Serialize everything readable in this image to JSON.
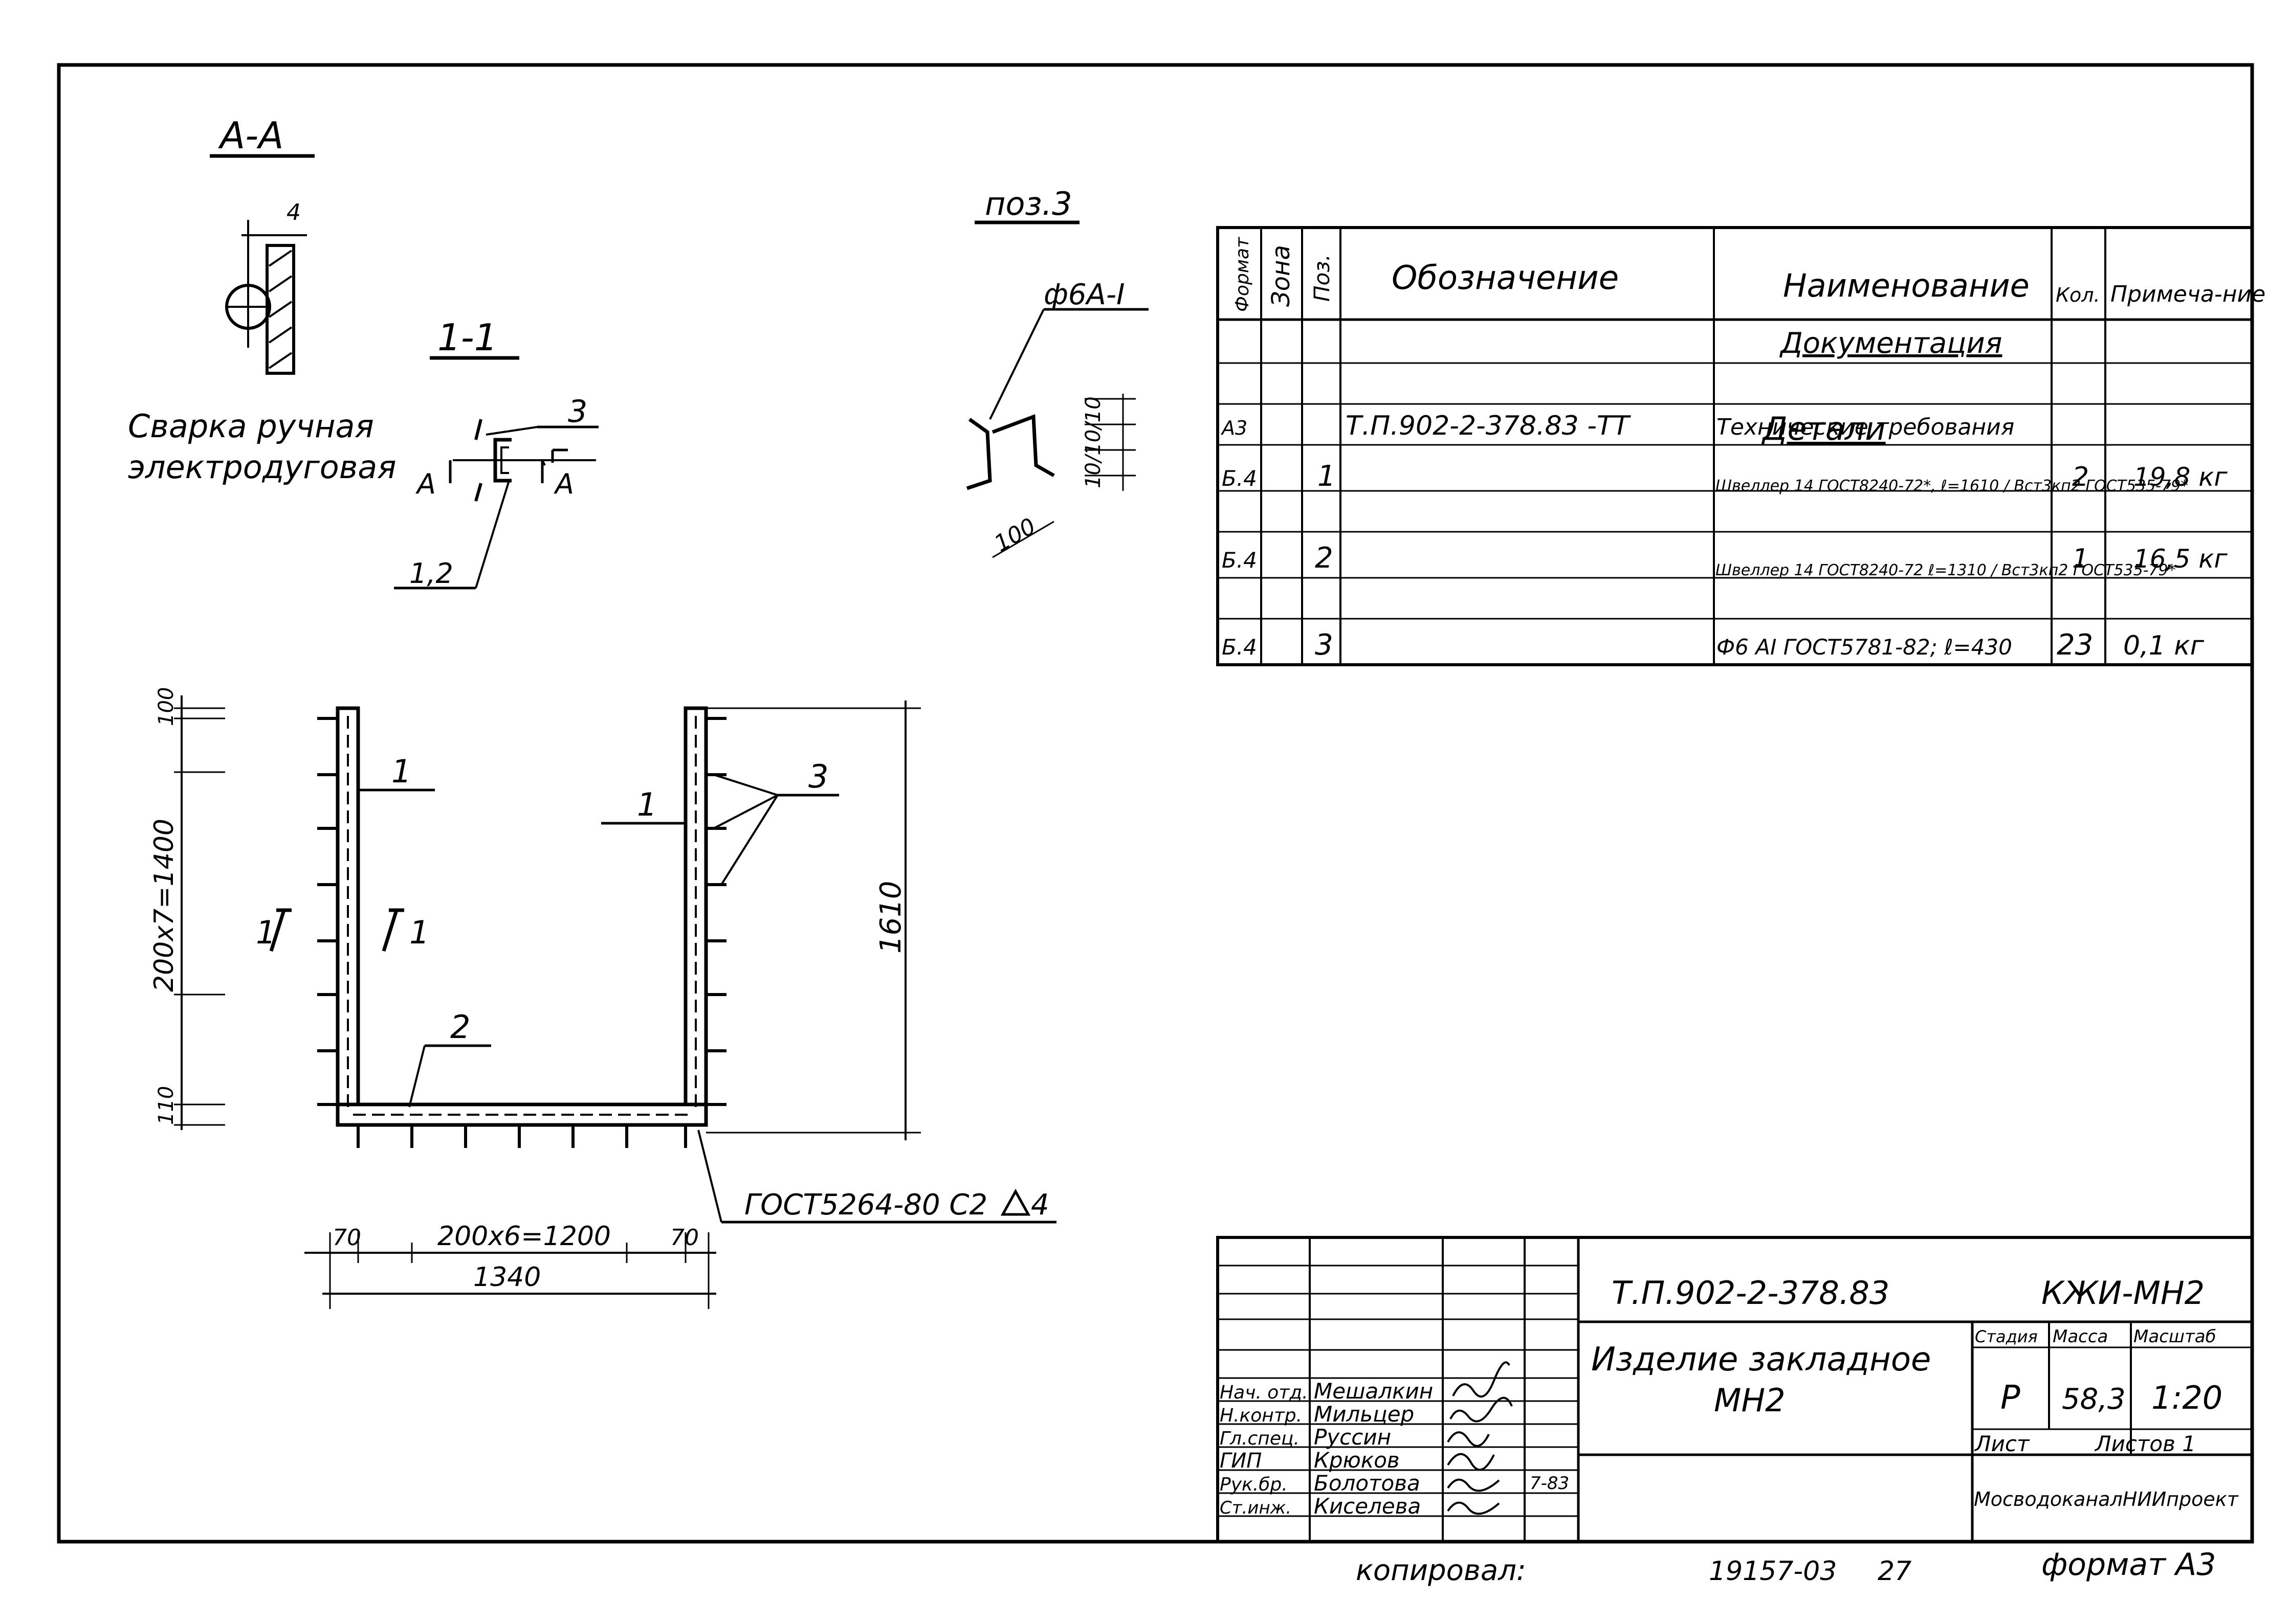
{
  "views": {
    "section_aa_title": "А-А",
    "section_aa_dim": "4",
    "section_11_title": "1-1",
    "weld_note_line1": "Сварка ручная",
    "weld_note_line2": "электродуговая",
    "callout_3": "3",
    "callout_12": "1,2",
    "mark_a_left": "А",
    "mark_a_right": "А",
    "pos3_title": "поз.3",
    "pos3_rod": "ф6А-I",
    "pos3_dim_100": "100",
    "pos3_dim_101010": "10/10/10",
    "main_label_1_left": "1",
    "main_label_1_right": "1",
    "main_label_2": "2",
    "main_label_3": "3",
    "section_mark_left": "1",
    "section_mark_right": "1",
    "dim_100": "100",
    "dim_200x7": "200х7=1400",
    "dim_110": "110",
    "dim_1610": "1610",
    "dim_70_left": "70",
    "dim_200x6": "200х6=1200",
    "dim_70_right": "70",
    "dim_1340": "1340",
    "weld_standard": "ГОСТ5264-80 С2",
    "weld_leg": "4"
  },
  "spec": {
    "headers": {
      "format": "Формат",
      "zone": "Зона",
      "pos": "Поз.",
      "designation": "Обозначение",
      "name": "Наименование",
      "qty": "Кол.",
      "note": "Примеча-ние"
    },
    "section_docs": "Документация",
    "section_parts": "Детали",
    "rows": [
      {
        "format": "А3",
        "pos": "",
        "designation": "Т.П.902-2-378.83   -ТТ",
        "name": "Технические требования",
        "qty": "",
        "note": ""
      },
      {
        "format": "Б.4",
        "pos": "1",
        "designation": "",
        "name": "Швеллер 14 ГОСТ8240-72*, ℓ=1610 / Вст3кп2 ГОСТ535-79*",
        "qty": "2",
        "note": "19,8 кг"
      },
      {
        "format": "Б.4",
        "pos": "2",
        "designation": "",
        "name": "Швеллер 14 ГОСТ8240-72 ℓ=1310 / Вст3кп2 ГОСТ535-79*",
        "qty": "1",
        "note": "16,5 кг"
      },
      {
        "format": "Б.4",
        "pos": "3",
        "designation": "",
        "name": "Ф6 АI ГОСТ5781-82; ℓ=430",
        "qty": "23",
        "note": "0,1 кг"
      }
    ]
  },
  "title_block": {
    "doc_code": "Т.П.902-2-378.83",
    "mark": "КЖИ-МН2",
    "title_line1": "Изделие закладное",
    "title_line2": "МН2",
    "stage_label": "Стадия",
    "mass_label": "Масса",
    "scale_label": "Масштаб",
    "stage": "Р",
    "mass": "58,3",
    "scale": "1:20",
    "sheet_label": "Лист",
    "sheets_label": "Листов 1",
    "org": "МосводоканалНИИпроект",
    "people": [
      {
        "role": "Нач. отд.",
        "name": "Мешалкин"
      },
      {
        "role": "Н.контр.",
        "name": "Мильцер"
      },
      {
        "role": "Гл.спец.",
        "name": "Руссин"
      },
      {
        "role": "ГИП",
        "name": "Крюков"
      },
      {
        "role": "Рук.бр.",
        "name": "Болотова"
      },
      {
        "role": "Ст.инж.",
        "name": "Киселева"
      }
    ],
    "sign_date": "7-83"
  },
  "footer": {
    "copied": "копировал: ",
    "archive_no": "19157-03",
    "sheet_no": "27",
    "format": "формат А3"
  }
}
